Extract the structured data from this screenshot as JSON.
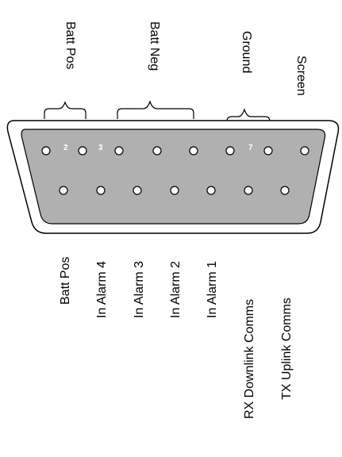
{
  "top_labels": {
    "batt_pos": "Batt Pos",
    "batt_neg": "Batt Neg",
    "ground": "Ground",
    "screen": "Screen"
  },
  "pin_numbers": {
    "pin2": "2",
    "pin3": "3",
    "pin7": "7"
  },
  "bottom_labels": {
    "batt_pos": "Batt Pos",
    "in_alarm_4": "In Alarm 4",
    "in_alarm_3": "In Alarm 3",
    "in_alarm_2": "In Alarm 2",
    "in_alarm_1": "In Alarm 1",
    "rx_downlink": "RX Downlink Comms",
    "tx_uplink": "TX Uplink Comms"
  },
  "colors": {
    "connector_fill": "#b0b0b0",
    "shell": "#ffffff",
    "pin": "#ffffff",
    "outline": "#000000"
  }
}
